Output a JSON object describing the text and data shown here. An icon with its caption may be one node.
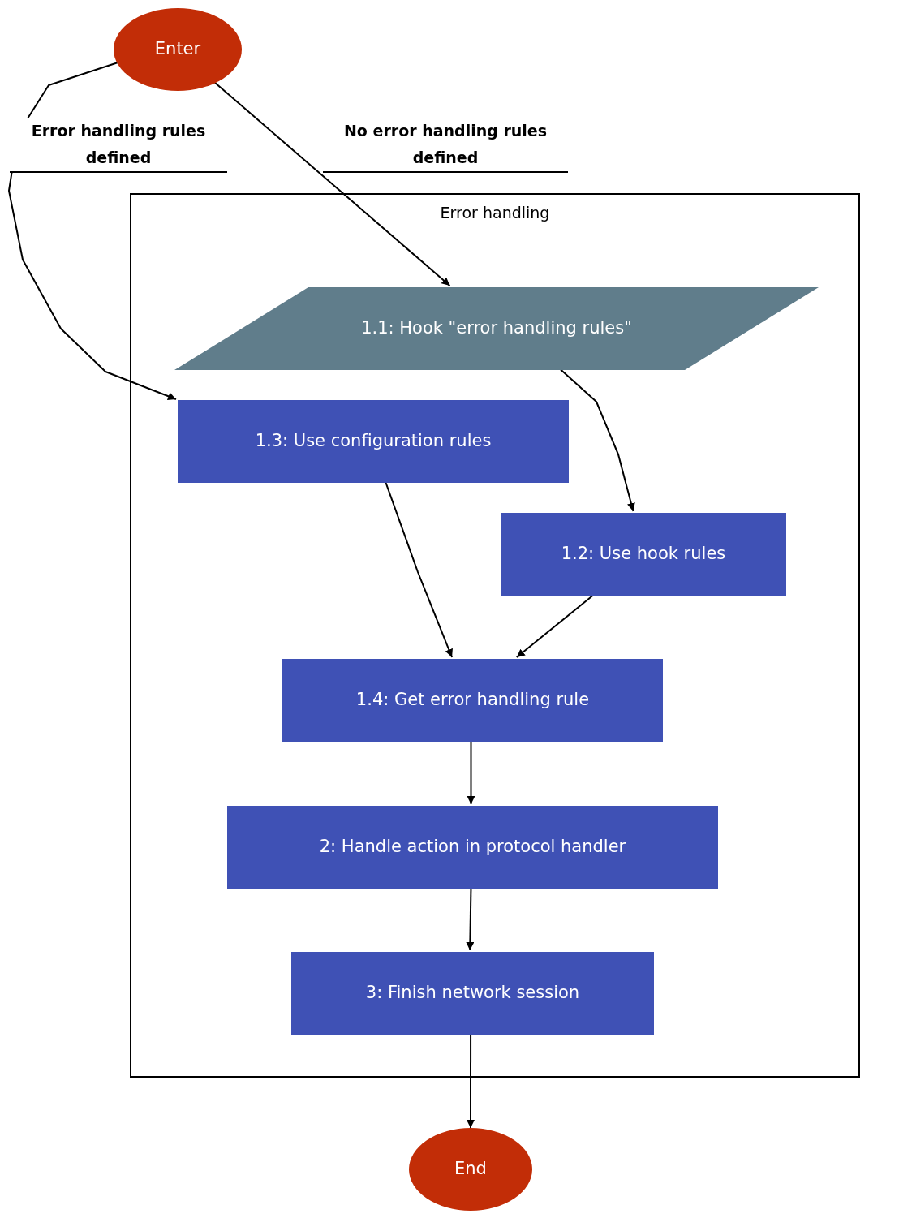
{
  "diagram": {
    "nodes": [
      {
        "text": [
          "Enter"
        ]
      },
      {
        "text": [
          "Error handling"
        ]
      },
      {
        "text": [
          "1.1: Hook \"error handling rules\""
        ],
        "in": 1
      },
      {
        "text": [
          "1.3: Use configuration rules"
        ],
        "in": 1
      },
      {
        "text": [
          "1.2: Use hook rules"
        ],
        "in": 1
      },
      {
        "text": [
          "1.4: Get error handling rule"
        ],
        "in": 1
      },
      {
        "text": [
          "2: Handle action in protocol handler"
        ],
        "in": 1
      },
      {
        "text": [
          "3: Finish network session"
        ],
        "in": 1
      },
      {
        "text": [
          "End"
        ]
      }
    ],
    "edges": [
      {
        "from": 0,
        "to": 3,
        "arrow": "to",
        "label": "Error handling rules defined"
      },
      {
        "from": 0,
        "to": 2,
        "arrow": "to",
        "label": "No error handling rules defined"
      },
      {
        "from": 2,
        "to": 4,
        "arrow": "to"
      },
      {
        "from": 3,
        "to": 5,
        "arrow": "to"
      },
      {
        "from": 4,
        "to": 5,
        "arrow": "to"
      },
      {
        "from": 5,
        "to": 6,
        "arrow": "to"
      },
      {
        "from": 6,
        "to": 7,
        "arrow": "to"
      },
      {
        "from": 7,
        "to": 8,
        "arrow": "to"
      }
    ]
  }
}
